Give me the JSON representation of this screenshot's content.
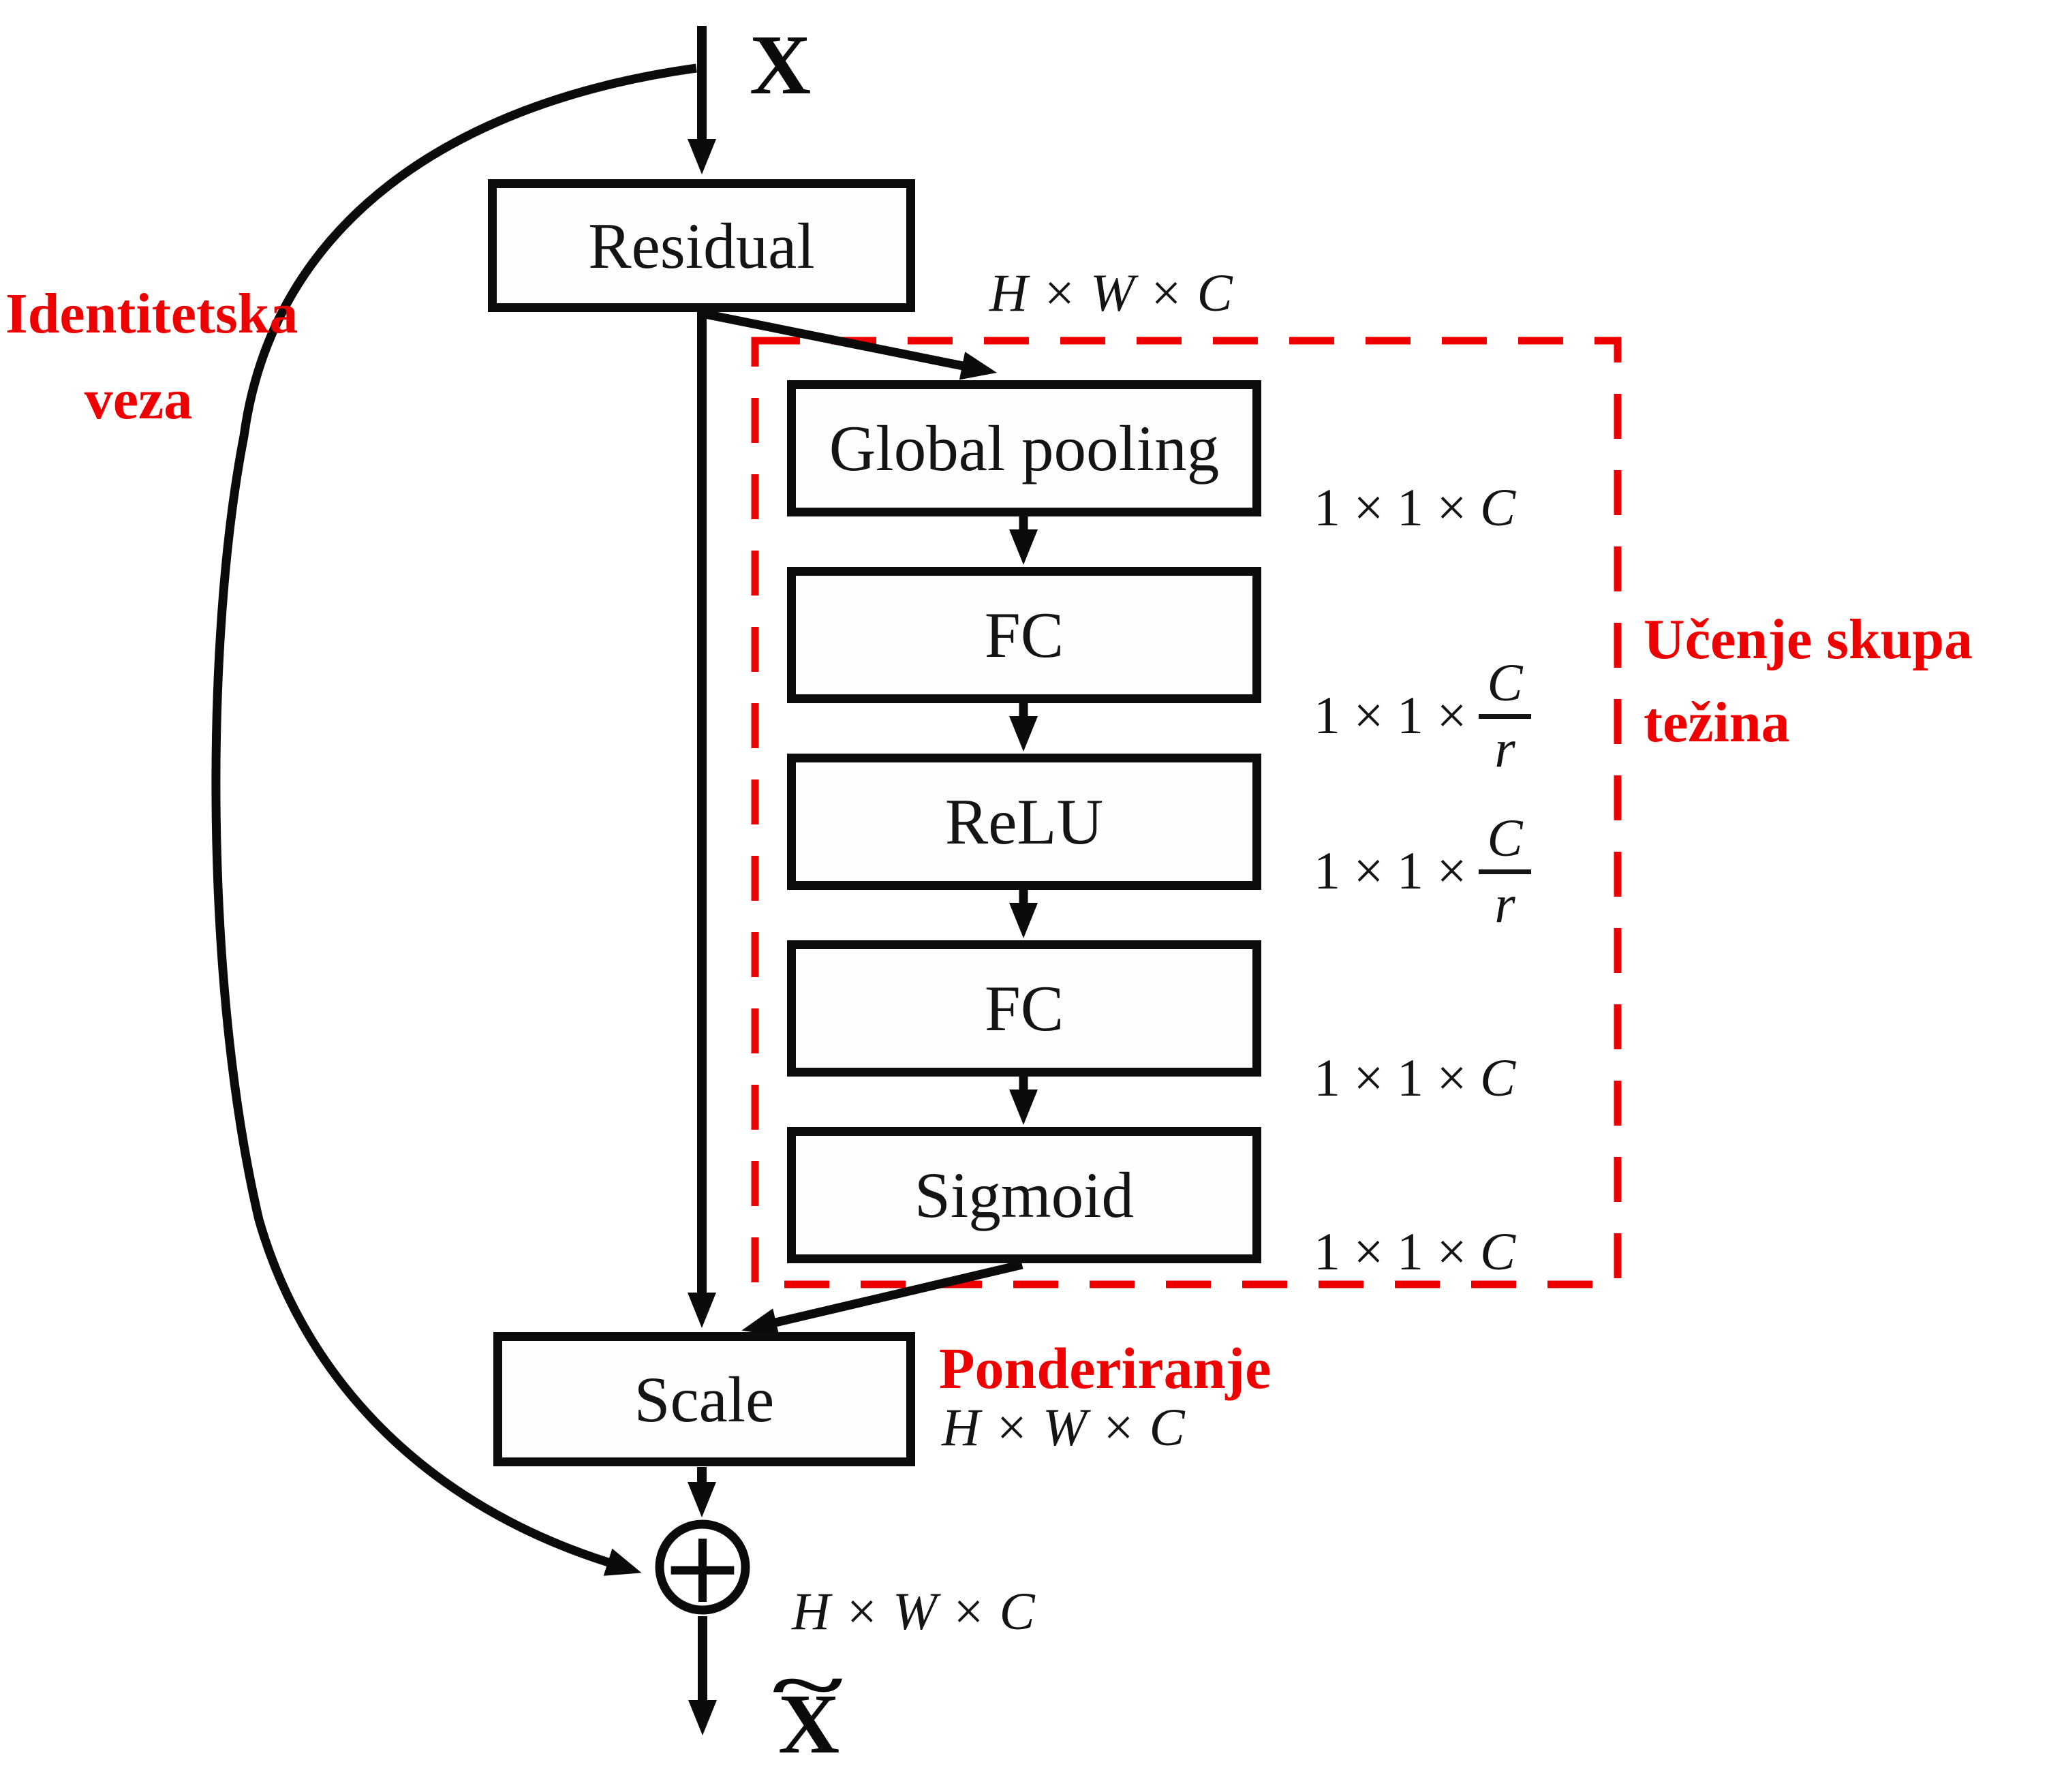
{
  "nodes": {
    "input": "X",
    "residual": "Residual",
    "global_pooling": "Global pooling",
    "fc1": "FC",
    "relu": "ReLU",
    "fc2": "FC",
    "sigmoid": "Sigmoid",
    "scale": "Scale",
    "sum": "+",
    "output": "X",
    "output_tilde": "~"
  },
  "dimensions": {
    "residual": "H × W × C",
    "global_pooling": {
      "prefix": "1 × 1 ×",
      "var": "C"
    },
    "fc1": {
      "prefix": "1 × 1 ×",
      "numerator": "C",
      "denominator": "r"
    },
    "relu": {
      "prefix": "1 × 1 ×",
      "numerator": "C",
      "denominator": "r"
    },
    "fc2": {
      "prefix": "1 × 1 ×",
      "var": "C"
    },
    "sigmoid": {
      "prefix": "1 × 1 ×",
      "var": "C"
    },
    "scale": "H × W × C",
    "sum": "H × W × C"
  },
  "annotations": {
    "identity": {
      "line1": "Identitetska",
      "line2": "veza"
    },
    "weight_learning": {
      "line1": "Učenje skupa",
      "line2": "težina"
    },
    "weighting": "Ponderiranje"
  },
  "colors": {
    "annotation_red": "#ee0000",
    "diagram_black": "#0b0b0b"
  }
}
